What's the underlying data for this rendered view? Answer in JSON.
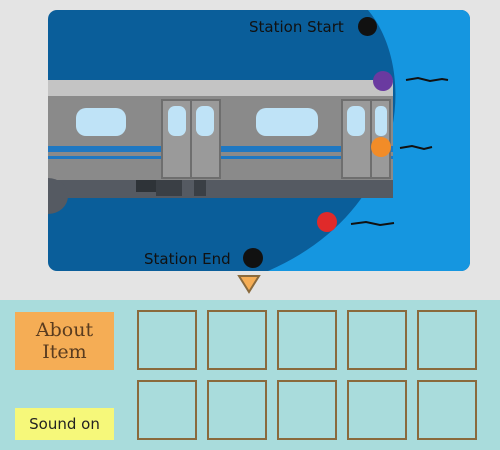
{
  "scene": {
    "station_start_label": "Station Start",
    "station_end_label": "Station End",
    "colors": {
      "sky": "#0a5e9a",
      "water": "#1596e0",
      "train_body": "#8a8a8a",
      "dot_black": "#111111",
      "dot_purple": "#6a3aa0",
      "dot_orange": "#f28c28",
      "dot_red": "#e02a2a"
    }
  },
  "buttons": {
    "about_item": "About\nItem",
    "sound": "Sound on"
  },
  "inventory": {
    "slots": [
      "",
      "",
      "",
      "",
      "",
      "",
      "",
      "",
      "",
      ""
    ]
  }
}
